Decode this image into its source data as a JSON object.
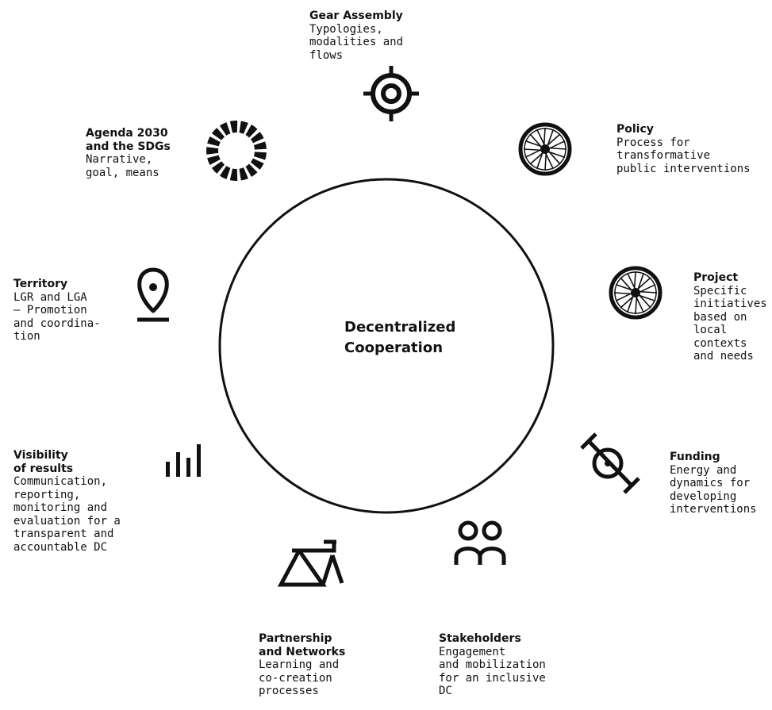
{
  "center": {
    "label": "Decentralized\nCooperation"
  },
  "nodes": [
    {
      "id": "gear",
      "title": "Gear Assembly",
      "desc": "Typologies,\nmodalities and\nflows",
      "icon": "gear-icon"
    },
    {
      "id": "policy",
      "title": "Policy",
      "desc": "Process for\ntransformative\npublic interventions",
      "icon": "wheel-icon"
    },
    {
      "id": "project",
      "title": "Project",
      "desc": "Specific\ninitiatives\nbased on\nlocal\ncontexts\nand needs",
      "icon": "wheel-icon"
    },
    {
      "id": "funding",
      "title": "Funding",
      "desc": "Energy and\ndynamics for\ndeveloping\ninterventions",
      "icon": "pedal-icon"
    },
    {
      "id": "stakeholders",
      "title": "Stakeholders",
      "desc": "Engagement\nand mobilization\nfor an inclusive\nDC",
      "icon": "people-icon"
    },
    {
      "id": "partnership",
      "title": "Partnership\nand Networks",
      "desc": "Learning and\nco-creation\nprocesses",
      "icon": "bicycle-frame-icon"
    },
    {
      "id": "visibility",
      "title": "Visibility\nof results",
      "desc": "Communication,\nreporting,\nmonitoring and\nevaluation for a\ntransparent and\naccountable DC",
      "icon": "bar-chart-icon"
    },
    {
      "id": "territory",
      "title": "Territory",
      "desc": "LGR and LGA\n– Promotion\nand coordina-\ntion",
      "icon": "location-pin-icon"
    },
    {
      "id": "agenda",
      "title": "Agenda 2030\nand the SDGs",
      "desc": "Narrative,\ngoal, means",
      "icon": "sdg-wheel-icon"
    }
  ]
}
